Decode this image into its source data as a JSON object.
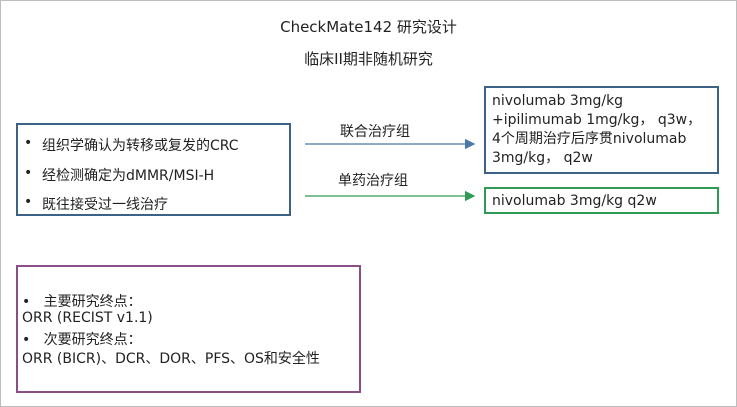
{
  "title": "CheckMate142 研究设计",
  "subtitle": "临床II期非随机研究",
  "inclusion": {
    "items": [
      "组织学确认为转移或复发的CRC",
      "经检测确定为dMMR/MSI-H",
      "既往接受过一线治疗"
    ]
  },
  "arms": {
    "combination_label": "联合治疗组",
    "monotherapy_label": "单药治疗组"
  },
  "combination_regimen": [
    "nivolumab 3mg/kg",
    "+ipilimumab 1mg/kg，  q3w，",
    "4个周期治疗后序贯nivolumab",
    "3mg/kg，  q2w"
  ],
  "monotherapy_regimen": "nivolumab 3mg/kg q2w",
  "endpoints": {
    "primary_header": "主要研究终点：",
    "primary_value": "ORR (RECIST v1.1)",
    "secondary_header": "次要研究终点：",
    "secondary_value": "ORR (BICR)、DCR、DOR、PFS、OS和安全性"
  },
  "colors": {
    "blue_border": "#3c6286",
    "green_border": "#2e9a55",
    "purple_border": "#8a4f8a",
    "arrow_blue": "#4a78a8",
    "arrow_green": "#2e9a55"
  }
}
